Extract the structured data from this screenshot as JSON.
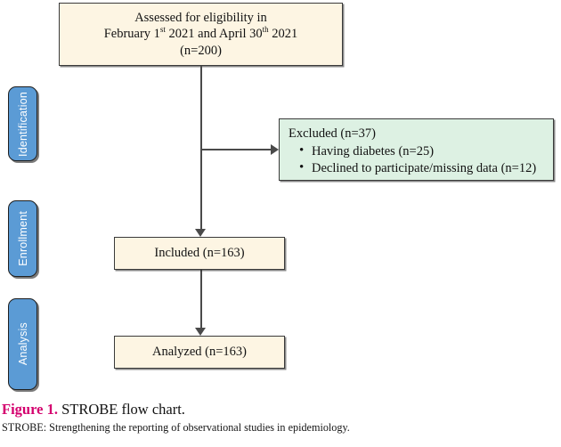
{
  "figure": {
    "type": "flow-chart",
    "caption_label": "Figure 1.",
    "caption_title": " STROBE flow chart.",
    "caption_note": "STROBE: Strengthening the reporting of observational studies in epidemiology.",
    "label_color": "#d4006e"
  },
  "colors": {
    "box_cream": "#fdf5e3",
    "box_green": "#ddf1e3",
    "box_border": "#3a3a3a",
    "stage_blue": "#5b9bd5",
    "connector": "#4a4a4a"
  },
  "stages": [
    {
      "id": "identification",
      "label": "Identification"
    },
    {
      "id": "enrollment",
      "label": "Enrollment"
    },
    {
      "id": "analysis",
      "label": "Analysis"
    }
  ],
  "nodes": {
    "assessed": {
      "line1": "Assessed for eligibility in",
      "line2_a": "February 1",
      "line2_sup_a": "st",
      "line2_b": " 2021 and April 30",
      "line2_sup_b": "th",
      "line2_c": " 2021",
      "line3": "(n=200)",
      "n": 200
    },
    "excluded": {
      "heading": "Excluded (n=37)",
      "n": 37,
      "reasons": [
        {
          "text": "Having diabetes (n=25)",
          "n": 25
        },
        {
          "text": "Declined to participate/missing data (n=12)",
          "n": 12
        }
      ]
    },
    "included": {
      "label": "Included (n=163)",
      "n": 163
    },
    "analyzed": {
      "label": "Analyzed (n=163)",
      "n": 163
    }
  }
}
